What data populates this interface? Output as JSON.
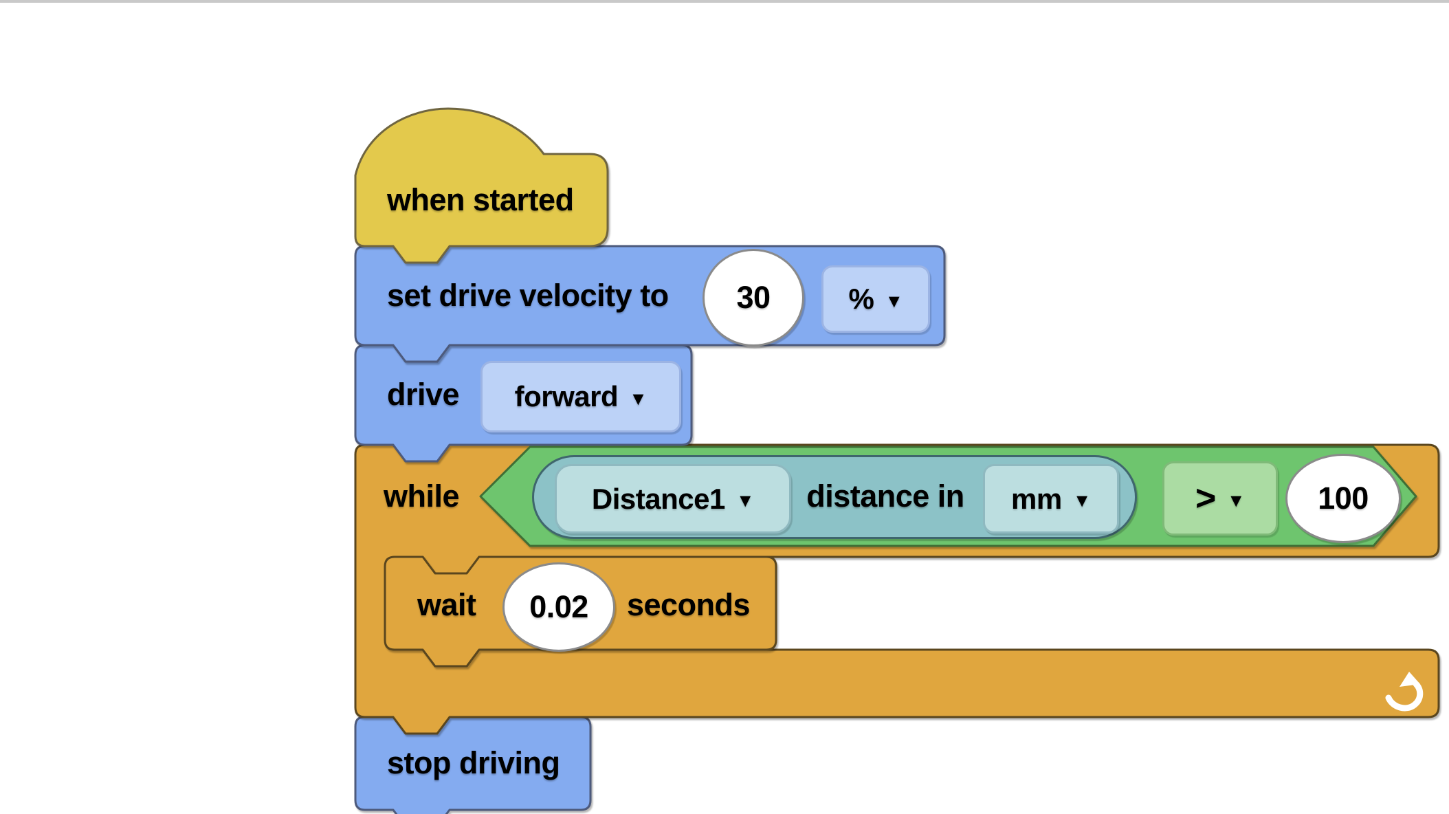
{
  "workspace": {
    "background": "#ffffff",
    "top_divider_color": "#c9c9c9"
  },
  "colors": {
    "hat_yellow": "#E3C94C",
    "drivetrain_blue": "#84ABF0",
    "dropdown_blue": "#BCD2F7",
    "control_orange": "#E0A63E",
    "boolean_green": "#6EC56E",
    "dropdown_green": "#ABDCA3",
    "sensor_teal": "#8CC2C7",
    "dropdown_teal": "#BCDEE0",
    "value_white": "#FFFFFF"
  },
  "blocks": {
    "when_started": {
      "label": "when started"
    },
    "set_drive_velocity": {
      "label": "set drive velocity to",
      "value": "30",
      "unit": "%"
    },
    "drive": {
      "label": "drive",
      "direction": "forward"
    },
    "while_loop": {
      "label": "while"
    },
    "condition": {
      "sensor": "Distance1",
      "label": "distance in",
      "unit": "mm",
      "operator": ">",
      "value": "100"
    },
    "wait": {
      "label": "wait",
      "value": "0.02",
      "unit": "seconds"
    },
    "stop_driving": {
      "label": "stop driving"
    }
  },
  "icons": {
    "dropdown": "▼",
    "loop_arrow": "repeat-arrow"
  }
}
